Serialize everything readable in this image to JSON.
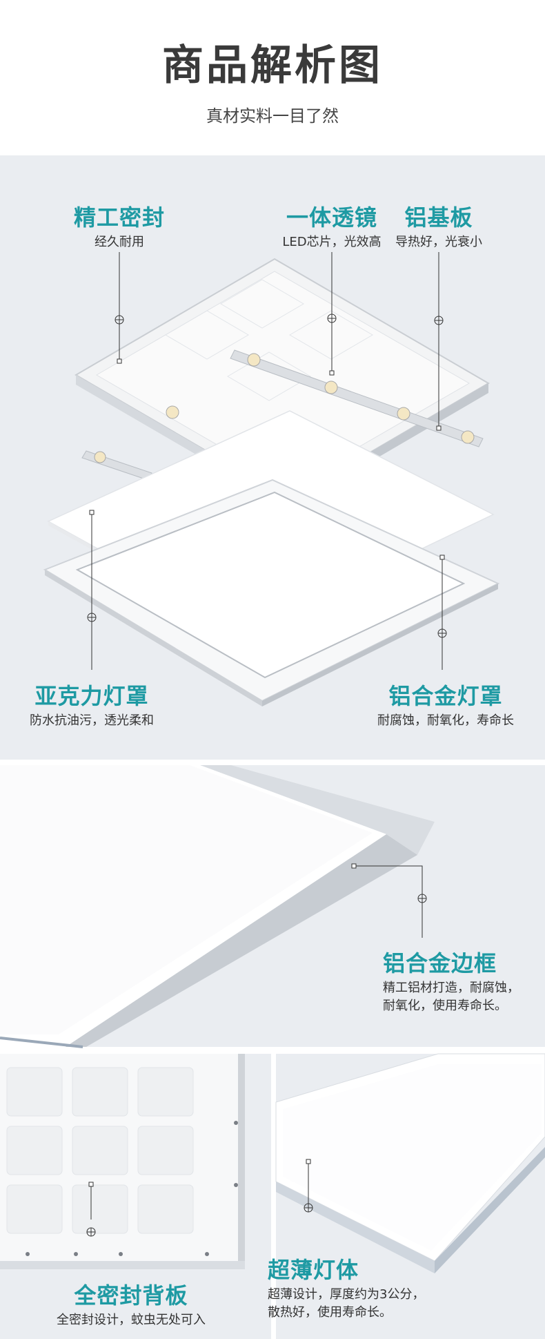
{
  "header": {
    "title": "商品解析图",
    "subtitle": "真材实料一目了然"
  },
  "explode": {
    "seal": {
      "title": "精工密封",
      "desc": "经久耐用"
    },
    "lens": {
      "title": "一体透镜",
      "desc": "LED芯片，光效高"
    },
    "aluminum_board": {
      "title": "铝基板",
      "desc": "导热好，光衰小"
    },
    "acrylic_cover": {
      "title": "亚克力灯罩",
      "desc": "防水抗油污，透光柔和"
    },
    "alloy_cover": {
      "title": "铝合金灯罩",
      "desc": "耐腐蚀，耐氧化，寿命长"
    }
  },
  "frame": {
    "title": "铝合金边框",
    "desc_line1": "精工铝材打造，耐腐蚀，",
    "desc_line2": "耐氧化，使用寿命长。"
  },
  "back": {
    "title": "全密封背板",
    "desc": "全密封设计，蚊虫无处可入"
  },
  "thin": {
    "title": "超薄灯体",
    "desc_line1": "超薄设计，厚度约为3公分，",
    "desc_line2": "散热好，使用寿命长。"
  },
  "colors": {
    "accent": "#1e9aa3",
    "panel_bg": "#eaedf1"
  }
}
